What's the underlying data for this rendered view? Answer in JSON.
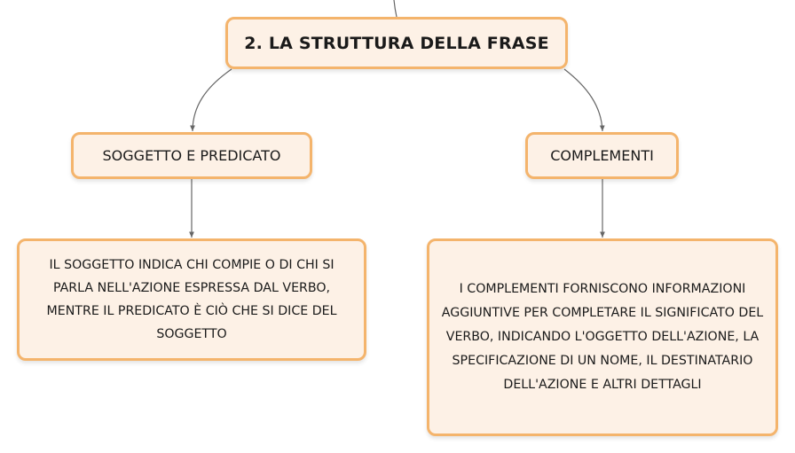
{
  "diagram": {
    "root": {
      "label": "2. LA STRUTTURA DELLA FRASE"
    },
    "branches": [
      {
        "heading": "SOGGETTO E PREDICATO",
        "detail": "IL SOGGETTO INDICA CHI COMPIE O DI CHI SI PARLA NELL'AZIONE ESPRESSA DAL VERBO, MENTRE IL PREDICATO È CIÒ CHE SI DICE DEL SOGGETTO"
      },
      {
        "heading": "COMPLEMENTI",
        "detail": "I COMPLEMENTI FORNISCONO INFORMAZIONI AGGIUNTIVE PER COMPLETARE IL SIGNIFICATO DEL VERBO, INDICANDO L'OGGETTO DELL'AZIONE, LA SPECIFICAZIONE DI UN NOME, IL DESTINATARIO DELL'AZIONE E ALTRI DETTAGLI"
      }
    ]
  },
  "colors": {
    "node_fill": "#fdf1e6",
    "node_border": "#f4b46c",
    "connector": "#666666"
  }
}
